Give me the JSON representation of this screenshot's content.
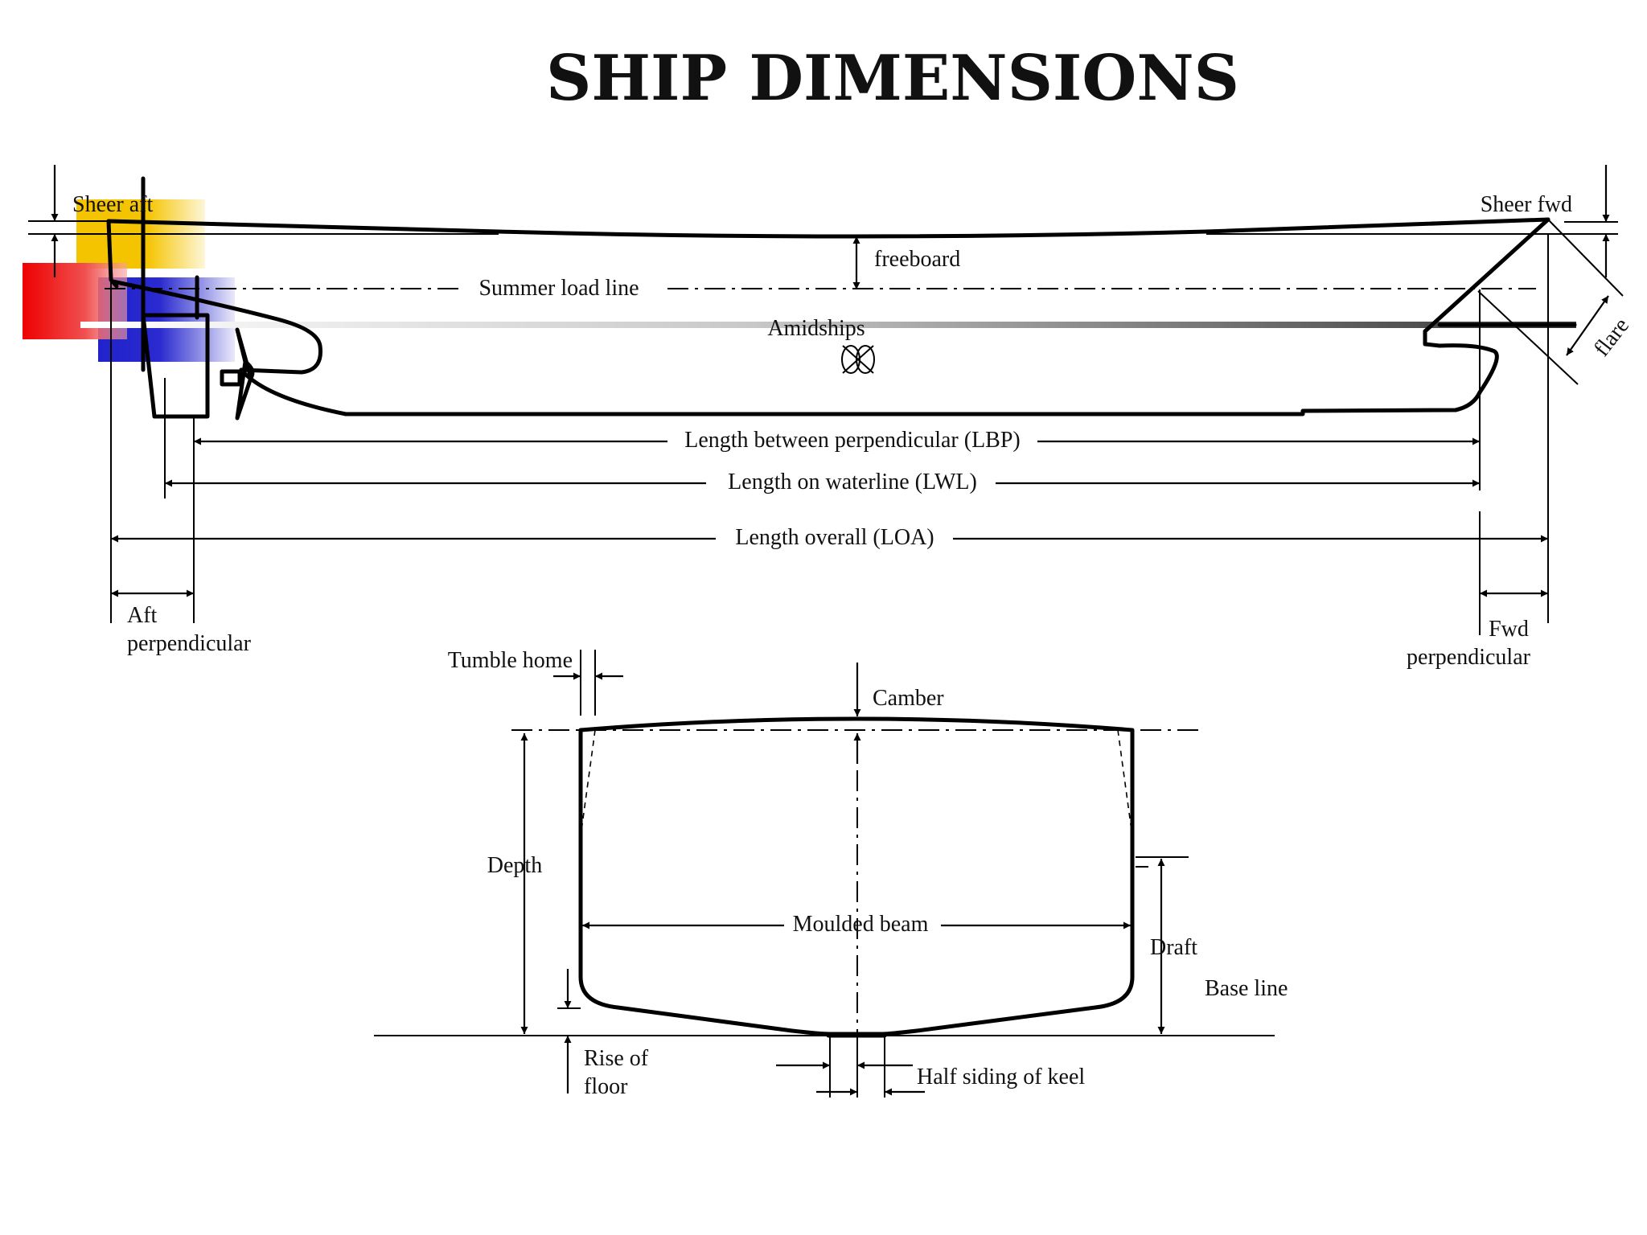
{
  "title": "SHIP DIMENSIONS",
  "labels": {
    "sheer_aft": "Sheer aft",
    "sheer_fwd": "Sheer fwd",
    "freeboard": "freeboard",
    "summer_load_line": "Summer load line",
    "amidships": "Amidships",
    "flare": "flare",
    "lbp": "Length between perpendicular (LBP)",
    "lwl": "Length on waterline (LWL)",
    "loa": "Length overall (LOA)",
    "aft_perp_1": "Aft",
    "aft_perp_2": "perpendicular",
    "fwd_perp_1": "Fwd",
    "fwd_perp_2": "perpendicular",
    "tumble_home": "Tumble home",
    "camber": "Camber",
    "depth": "Depth",
    "moulded_beam": "Moulded beam",
    "draft": "Draft",
    "base_line": "Base line",
    "rise_of_floor_1": "Rise of",
    "rise_of_floor_2": "floor",
    "half_siding": "Half siding of keel"
  },
  "colors": {
    "ink": "#000000",
    "deco_yellow": "#f5c400",
    "deco_red": "#ee0000",
    "deco_blue": "#2222cc",
    "amidships_band_dark": "#444444"
  },
  "icons": {
    "amidships_symbol": "amidships-symbol-icon",
    "propeller": "propeller-icon"
  }
}
